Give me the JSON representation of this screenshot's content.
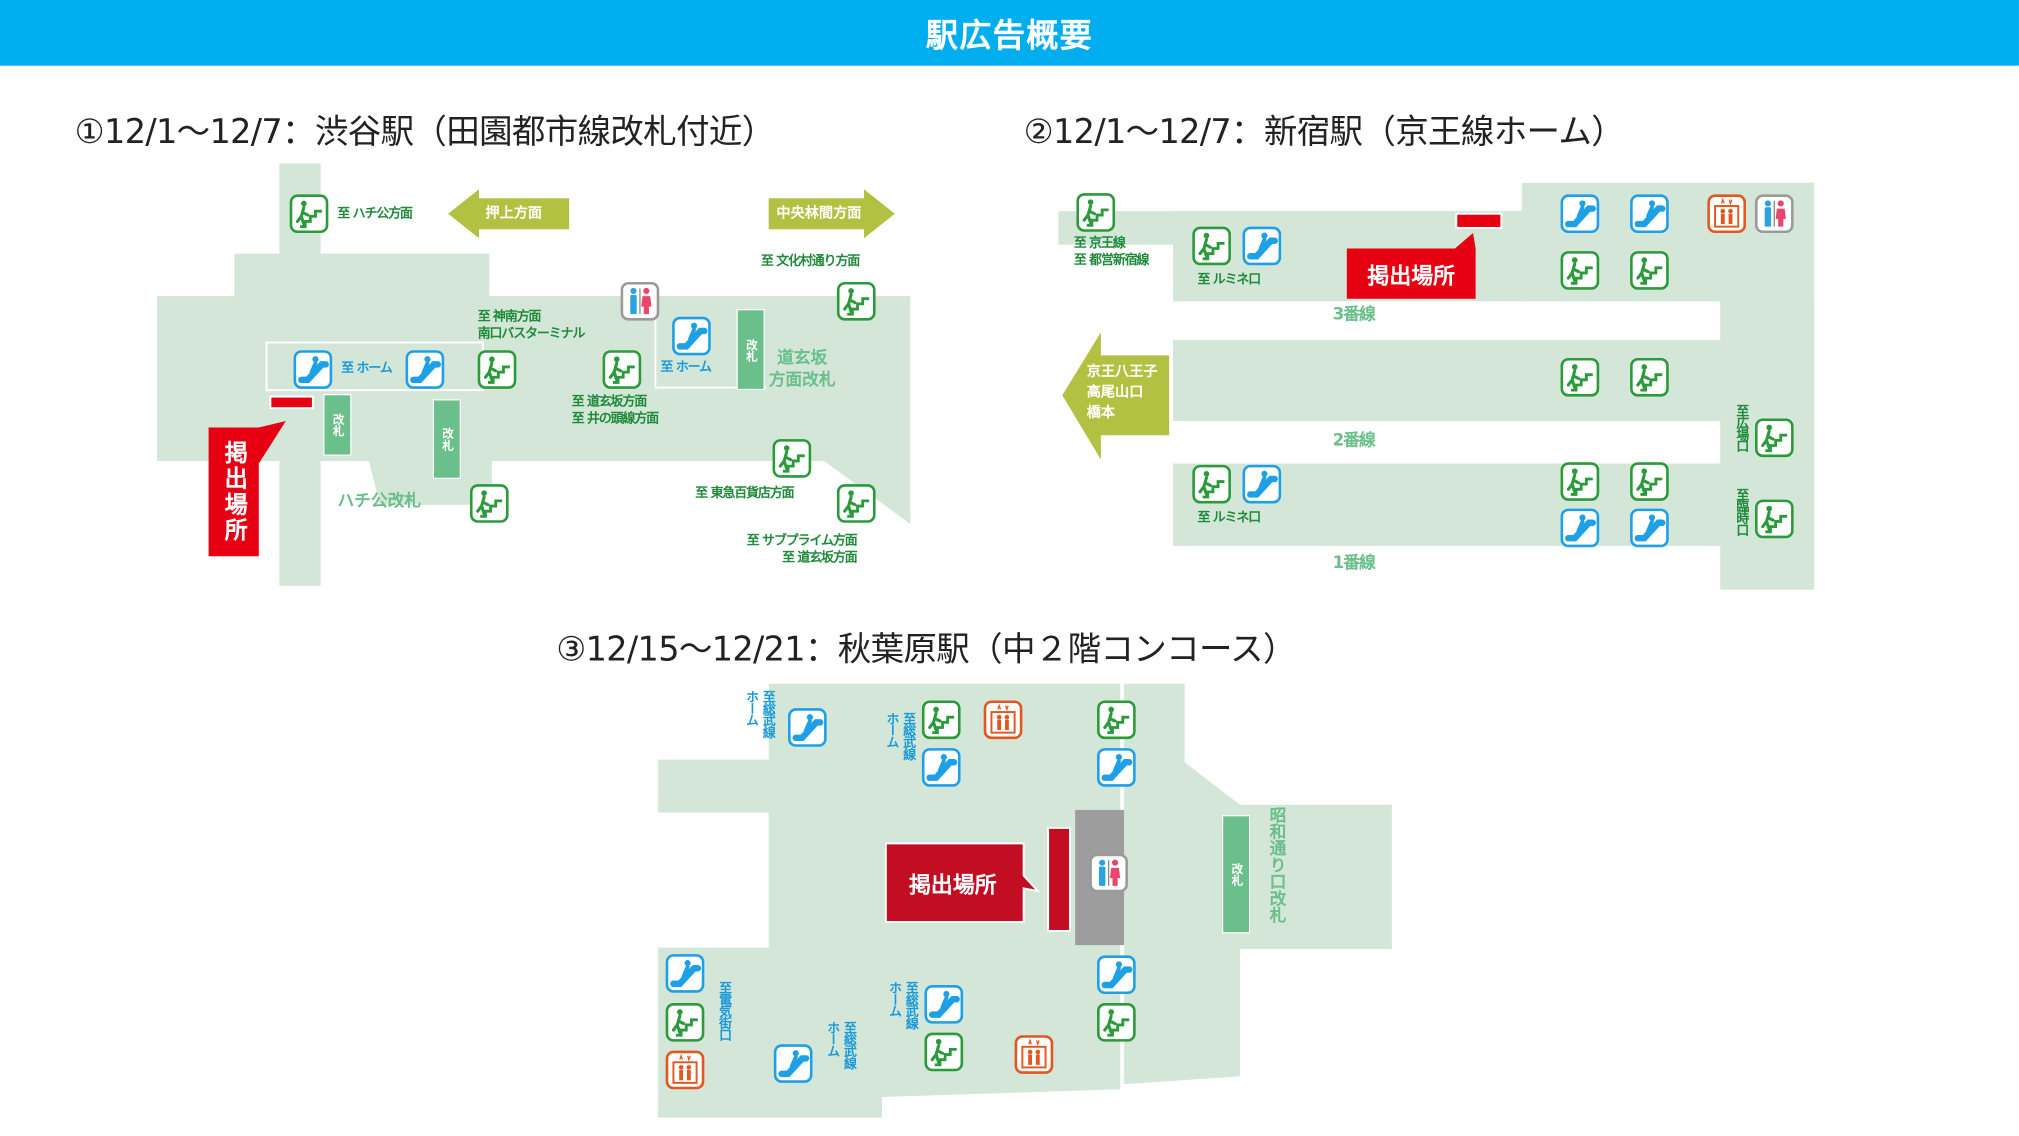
{
  "header": {
    "title": "駅広告概要"
  },
  "colors": {
    "header": "#00aeef",
    "map": "#d3e6d8",
    "gate": "#6bbf8a",
    "arrow": "#b3c142",
    "ad": "#e60012",
    "stairs": "#2a9a3a",
    "escalator": "#1ea0e6",
    "elevator": "#e2571f"
  },
  "shibuya": {
    "title": "①12/1～12/7：渋谷駅（田園都市線改札付近）",
    "arrow_left": "押上方面",
    "arrow_right": "中央林間方面",
    "ad_label": "掲出場所",
    "gate": "改札",
    "labels": {
      "hachiko_dir": "至 ハチ公方面",
      "home1": "至 ホーム",
      "jinnan": "至 神南方面\n南口バスターミナル",
      "dogenzaka_inokashira": "至 道玄坂方面\n至 井の頭線方面",
      "home2": "至 ホーム",
      "dogenzaka_gate": "道玄坂\n方面改札",
      "bunkamura": "至 文化村通り方面",
      "hachiko_gate": "ハチ公改札",
      "tokyu": "至 東急百貨店方面",
      "subprime": "至 サブプライム方面\n至 道玄坂方面"
    }
  },
  "shinjuku": {
    "title": "②12/1～12/7：新宿駅（京王線ホーム）",
    "arrow": "京王八王子\n高尾山口\n橋本",
    "ad_label": "掲出場所",
    "labels": {
      "keio_toei": "至 京王線\n至 都営新宿線",
      "lumine1": "至 ルミネ口",
      "lumine2": "至 ルミネ口",
      "track3": "3番線",
      "track2": "2番線",
      "track1": "1番線",
      "hiroba": "至広場口",
      "rinji": "至臨時口"
    }
  },
  "akihabara": {
    "title": "③12/15～12/21：秋葉原駅（中２階コンコース）",
    "ad_label": "掲出場所",
    "gate": "改札",
    "labels": {
      "showa_gate": "昭和通り口改札",
      "sobu1": "至総武線\nホーム",
      "sobu2": "至総武線\nホーム",
      "sobu3": "至総武線\nホーム",
      "sobu4": "至総武線\nホーム",
      "denkigai": "至電気街口"
    }
  }
}
